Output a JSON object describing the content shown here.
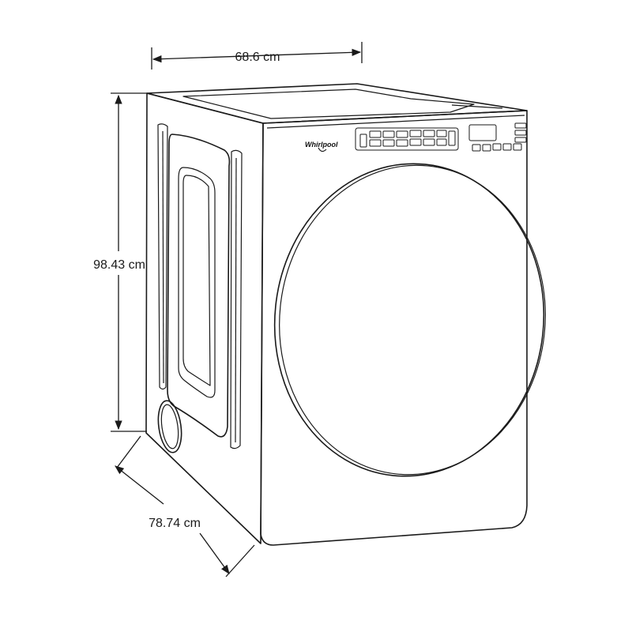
{
  "brand": {
    "logo_text": "Whirlpool"
  },
  "dimensions": {
    "width_label": "68.6 cm",
    "height_label": "98.43 cm",
    "depth_label": "78.74 cm"
  },
  "icons": {
    "arrowhead": "arrowhead-icon",
    "logo_swirl": "whirlpool-swirl-icon"
  }
}
